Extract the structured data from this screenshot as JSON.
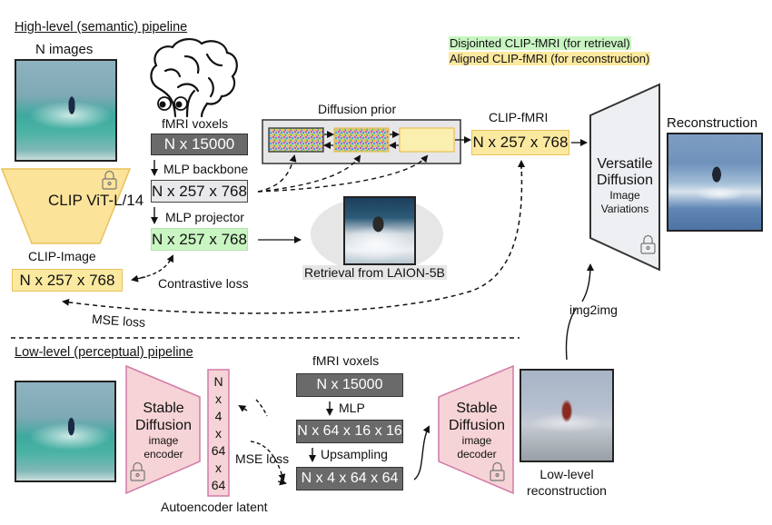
{
  "high_level": {
    "title": "High-level (semantic) pipeline",
    "n_images_label": "N images",
    "fmri_voxels_label": "fMRI voxels",
    "fmri_voxels_shape": "N x 15000",
    "mlp_backbone_label": "MLP backbone",
    "backbone_shape": "N x 257 x 768",
    "mlp_projector_label": "MLP projector",
    "projector_shape": "N x 257 x 768",
    "clip_encoder_label": "CLIP ViT-L/14",
    "clip_image_label": "CLIP-Image",
    "clip_image_shape": "N x 257 x 768",
    "contrastive_loss_label": "Contrastive loss",
    "mse_loss_label": "MSE loss",
    "diffusion_prior_label": "Diffusion prior",
    "clip_fmri_label": "CLIP-fMRI",
    "clip_fmri_shape": "N x 257 x 768",
    "retrieval_label": "Retrieval from LAION-5B",
    "versatile_line1": "Versatile",
    "versatile_line2": "Diffusion",
    "versatile_line3": "Image",
    "versatile_line4": "Variations",
    "reconstruction_label": "Reconstruction"
  },
  "legend": {
    "disjointed": "Disjointed CLIP-fMRI (for retrieval)",
    "aligned": "Aligned CLIP-fMRI (for reconstruction)",
    "disjointed_color": "#c9f5c2",
    "aligned_color": "#fbe9a0"
  },
  "low_level": {
    "title": "Low-level (perceptual) pipeline",
    "encoder_line1": "Stable",
    "encoder_line2": "Diffusion",
    "encoder_line3": "image",
    "encoder_line4": "encoder",
    "latent_chars": [
      "N",
      "x",
      "4",
      "x",
      "64",
      "x",
      "64"
    ],
    "autoencoder_latent_label": "Autoencoder latent",
    "mse_loss_label": "MSE loss",
    "fmri_voxels_label": "fMRI voxels",
    "fmri_voxels_shape": "N x 15000",
    "mlp_label": "MLP",
    "mlp_shape": "N x 64 x 16 x 16",
    "upsampling_label": "Upsampling",
    "upsampled_shape": "N x 4 x 64 x 64",
    "decoder_line1": "Stable",
    "decoder_line2": "Diffusion",
    "decoder_line3": "image",
    "decoder_line4": "decoder",
    "low_level_recon_line1": "Low-level",
    "low_level_recon_line2": "reconstruction",
    "img2img_label": "img2img"
  },
  "colors": {
    "dark_box": "#6a6a6a",
    "pink_module": "#f6d3d6",
    "pink_border": "#d27aa9",
    "clip_module": "#fbe39a",
    "versatile_module": "#eeeff2"
  }
}
